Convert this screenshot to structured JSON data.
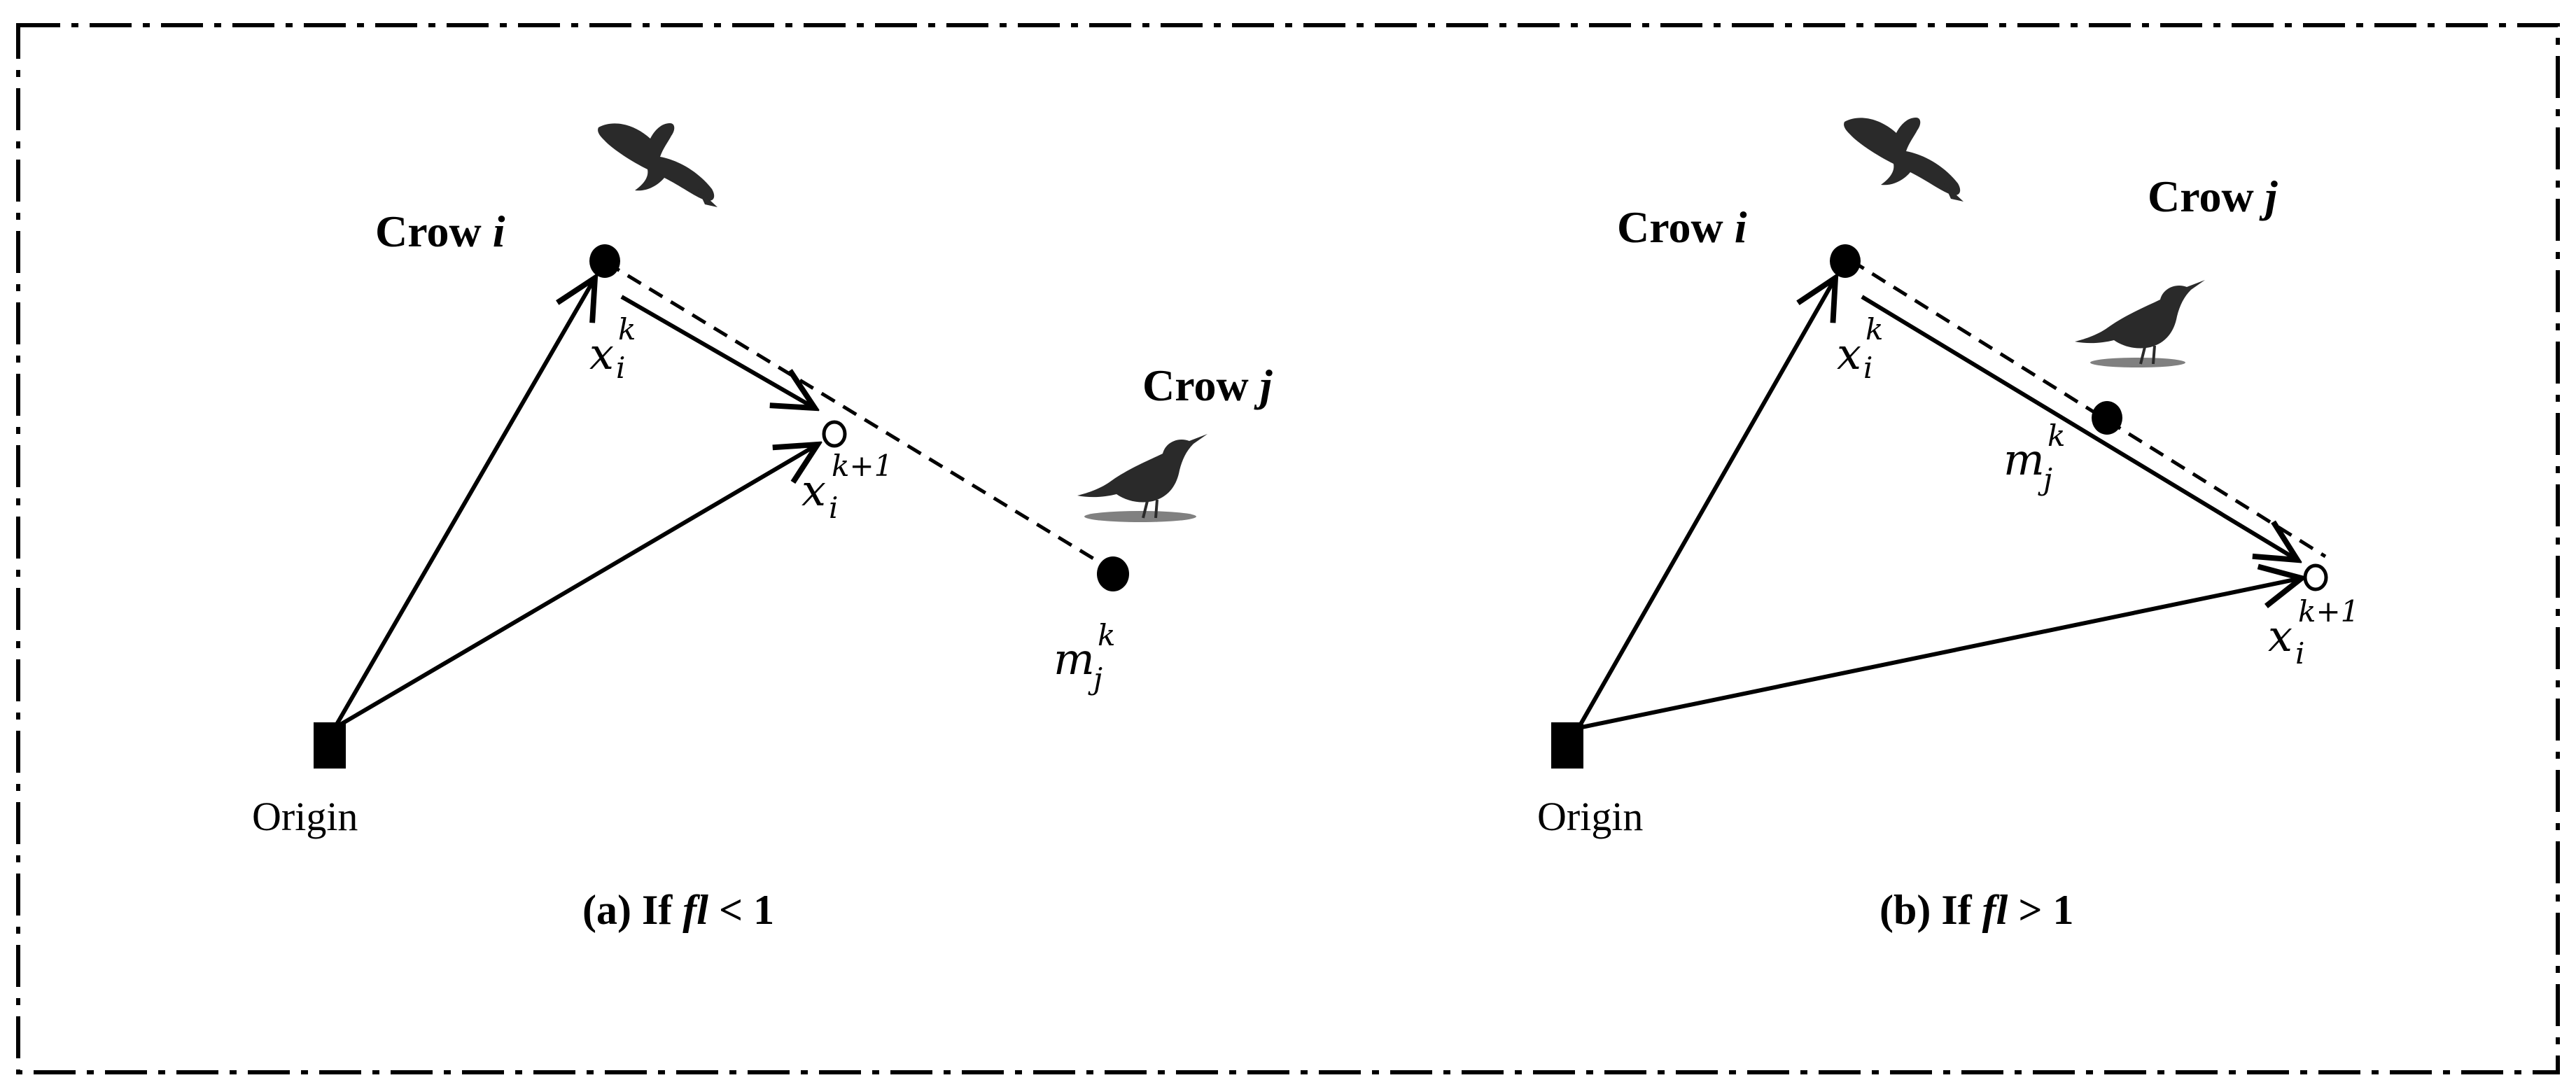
{
  "panel_a": {
    "crow_i_label": "Crow",
    "crow_i_var": "i",
    "crow_j_label": "Crow",
    "crow_j_var": "j",
    "origin_label": "Origin",
    "x_current": {
      "base": "x",
      "sup": "k",
      "sub": "i"
    },
    "x_next": {
      "base": "x",
      "sup": "k+1",
      "sub": "i"
    },
    "m_memory": {
      "base": "m",
      "sup": "k",
      "sub": "j"
    },
    "caption_prefix": "(a) If ",
    "caption_var": "fl",
    "caption_suffix": " < 1"
  },
  "panel_b": {
    "crow_i_label": "Crow",
    "crow_i_var": "i",
    "crow_j_label": "Crow",
    "crow_j_var": "j",
    "origin_label": "Origin",
    "x_current": {
      "base": "x",
      "sup": "k",
      "sub": "i"
    },
    "x_next": {
      "base": "x",
      "sup": "k+1",
      "sub": "i"
    },
    "m_memory": {
      "base": "m",
      "sup": "k",
      "sub": "j"
    },
    "caption_prefix": "(b) If ",
    "caption_var": "fl",
    "caption_suffix": " > 1"
  },
  "icons": [
    "flying-crow-icon",
    "perched-crow-icon"
  ]
}
